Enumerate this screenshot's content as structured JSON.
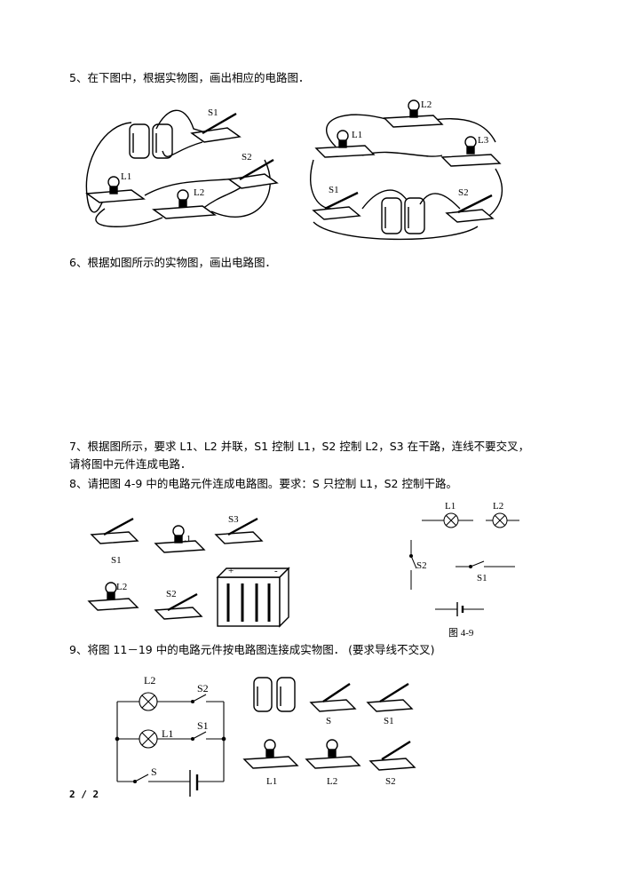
{
  "questions": {
    "q5": "5、在下图中，根据实物图，画出相应的电路图．",
    "q6": "6、根据如图所示的实物图，画出电路图．",
    "q7_line1": "7、根据图所示，要求 L1、L2 并联，S1 控制 L1，S2 控制 L2，S3 在干路，连线不要交叉，",
    "q7_line2": "请将图中元件连成电路．",
    "q8": "8、请把图 4-9 中的电路元件连成电路图。要求：S 只控制 L1，S2 控制干路。",
    "q9": "9、将图 11－19 中的电路元件按电路图连接成实物图．  (要求导线不交叉)"
  },
  "figures": {
    "fig5_left": {
      "labels": [
        "S1",
        "S2",
        "L1",
        "L2"
      ]
    },
    "fig5_right": {
      "labels": [
        "L2",
        "L1",
        "L3",
        "S1",
        "S2"
      ]
    },
    "fig8_left": {
      "labels": [
        "S1",
        "L1",
        "S3",
        "L2",
        "S2",
        "+",
        "-"
      ]
    },
    "fig8_right": {
      "labels": [
        "L1",
        "L2",
        "S2",
        "S1"
      ],
      "caption": "图 4-9"
    },
    "fig9_circuit": {
      "labels": [
        "L2",
        "S2",
        "L1",
        "S1",
        "S"
      ]
    },
    "fig9_parts": {
      "labels": [
        "S",
        "S1",
        "L1",
        "L2",
        "S2"
      ]
    }
  },
  "footer": {
    "page": "2 / 2"
  }
}
